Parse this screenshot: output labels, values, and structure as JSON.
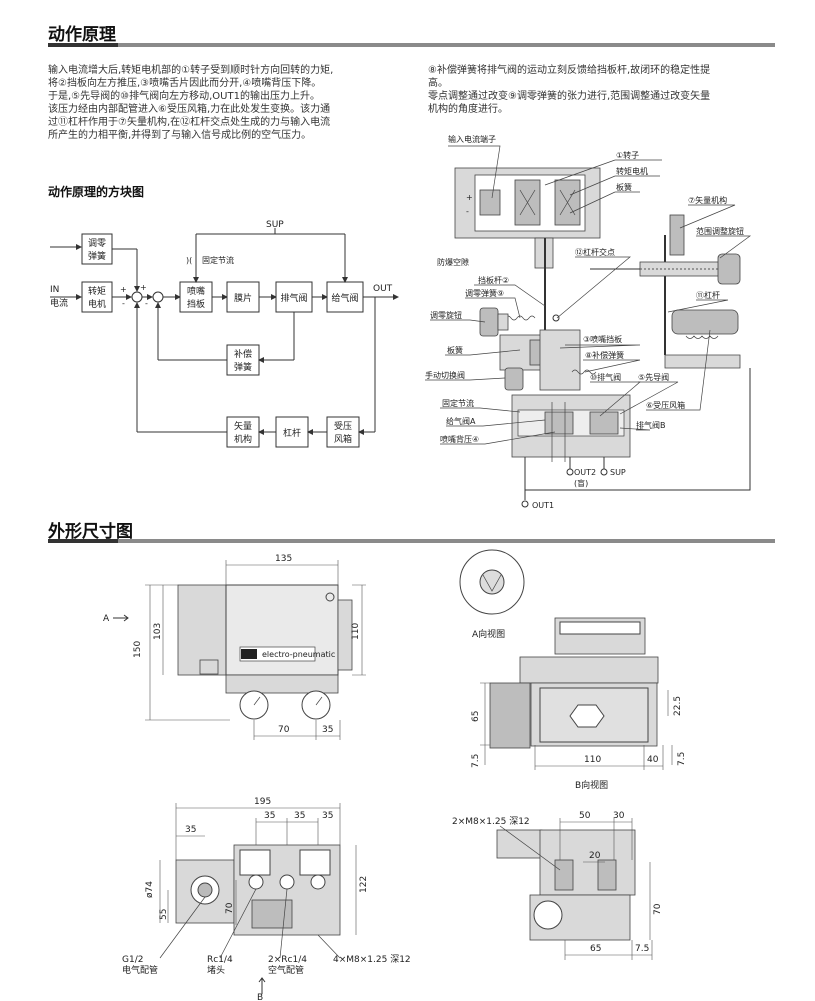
{
  "sections": {
    "principle_title": "动作原理",
    "dimension_title": "外形尺寸图"
  },
  "text": {
    "left_para": "输入电流增大后,转矩电机部的①转子受到顺时针方向回转的力矩,\n将②挡板向左方推压,③喷嘴舌片因此而分开,④喷嘴背压下降。\n于是,⑤先导阀的⑩排气阀向左方移动,OUT1的输出压力上升。\n该压力经由内部配管进入⑥受压风箱,力在此处发生变换。该力通\n过⑪杠杆作用于⑦矢量机构,在⑫杠杆交点处生成的力与输入电流\n所产生的力相平衡,并得到了与输入信号成比例的空气压力。",
    "right_para": "⑧补偿弹簧将排气阀的运动立刻反馈给挡板杆,故闭环的稳定性提\n高。\n零点调整通过改变⑨调零弹簧的张力进行,范围调整通过改变矢量\n机构的角度进行。",
    "block_title": "动作原理的方块图"
  },
  "block_diagram": {
    "zero_spring": [
      "调零",
      "弹簧"
    ],
    "torque_motor": [
      "转矩",
      "电机"
    ],
    "in_label": [
      "IN",
      "电流"
    ],
    "nozzle": [
      "喷嘴",
      "挡板"
    ],
    "diaphragm": "膜片",
    "exhaust_valve": "排气阀",
    "supply_valve": "给气阀",
    "comp_spring": [
      "补偿",
      "弹簧"
    ],
    "vector": [
      "矢量",
      "机构"
    ],
    "lever": "杠杆",
    "bellows": [
      "受压",
      "风箱"
    ],
    "sup": "SUP",
    "out": "OUT",
    "restrictor": "固定节流",
    "plus": "+",
    "minus": "-"
  },
  "mech_labels": {
    "input_terminal": "输入电流端子",
    "rotor": "①转子",
    "torque_motor": "转矩电机",
    "plate_spring_top": "板簧",
    "vector_mech": "⑦矢量机构",
    "span_knob": "范围调整旋钮",
    "explosion_proof": "防爆空隙",
    "lever_point": "⑫杠杆交点",
    "flapper_lever": "挡板杆②",
    "zero_spring": "调零弹簧⑨",
    "lever": "⑪杠杆",
    "zero_knob": "调零旋钮",
    "nozzle_flapper": "③喷嘴挡板",
    "comp_spring": "⑧补偿弹簧",
    "plate_spring": "板簧",
    "manual_valve": "手动切换阀",
    "exhaust_valve": "⑩排气阀",
    "pilot_valve": "⑤先导阀",
    "fixed_restrictor": "固定节流",
    "bellows": "⑥受压风箱",
    "supply_valve_a": "给气阀A",
    "exhaust_valve_b": "排气阀B",
    "nozzle_back": "喷嘴背压④",
    "out2": "OUT2",
    "out2_note": "(盲)",
    "sup": "SUP",
    "out1": "OUT1"
  },
  "dims": {
    "front": {
      "w135": "135",
      "h150": "150",
      "h103": "103",
      "h110": "110",
      "w70": "70",
      "w35": "35",
      "arrow_a": "A"
    },
    "aview": {
      "title": "A向视图"
    },
    "bview": {
      "title": "B向视图",
      "h65": "65",
      "h22_5": "22.5",
      "w110": "110",
      "w40": "40",
      "h7_5a": "7.5",
      "h7_5b": "7.5"
    },
    "bottom": {
      "w195": "195",
      "w35a": "35",
      "w35b": "35",
      "w35c": "35",
      "w35d": "35",
      "d74": "ø74",
      "h55": "55",
      "h70": "70",
      "h122": "122",
      "g12": "G1/2",
      "g12_note": "电气配管",
      "rc14": "Rc1/4",
      "rc14_note": "堵头",
      "rc14b": "2×Rc1/4",
      "rc14b_note": "空气配管",
      "m8": "4×M8×1.25 深12",
      "arrow_b": "B"
    },
    "side": {
      "m8": "2×M8×1.25 深12",
      "w50": "50",
      "w30": "30",
      "w20": "20",
      "h70": "70",
      "w65": "65",
      "w7_5": "7.5"
    }
  },
  "device": {
    "brand": "electro-pneumatic"
  }
}
